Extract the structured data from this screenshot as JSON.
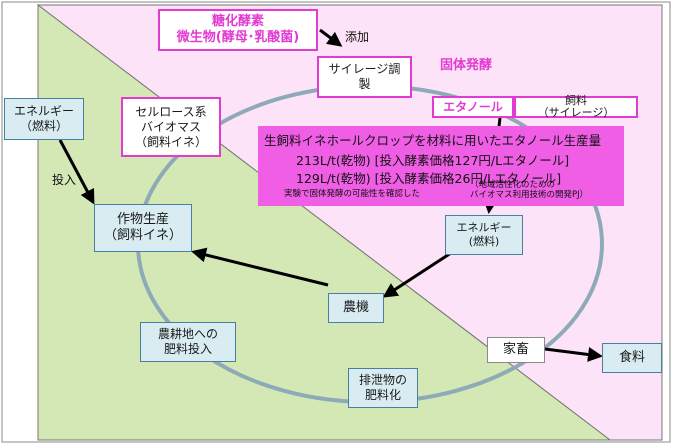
{
  "labels": {
    "enzyme": "糖化酵素\n微生物(酵母･乳酸菌)",
    "add": "添加",
    "silage_prep": "サイレージ調\n製",
    "solid_fermentation": "固体発酵",
    "cellulose": "セルロース系\nバイオマス\n（飼料イネ）",
    "ethanol": "エタノール",
    "feed_silage": "飼料\n（サイレージ）",
    "energy_fuel_left": "エネルギー\n（燃料）",
    "input": "投入",
    "crop_production": "作物生産\n（飼料イネ）",
    "energy_fuel_center": "エネルギー\n(燃料)",
    "agri_machine": "農機",
    "fertilizer_input": "農耕地への\n肥料投入",
    "livestock": "家畜",
    "food": "食料",
    "manure": "排泄物の\n肥料化"
  },
  "result_box": {
    "line1": "生飼料イネホールクロップを材料に用いたエタノール生産量",
    "line2": "213L/t(乾物) [投入酵素価格127円/Lエタノール]",
    "line3": "129L/t(乾物) [投入酵素価格26円/Lエタノール]",
    "note": "実験で固体発酵の可能性を確認した",
    "project": "（地域活性化のための\nバイオマス利用技術の開発PJ）"
  },
  "colors": {
    "pink_region": "#fde3f7",
    "green_region": "#d3e8b5",
    "magenta_accent": "#e23bd2",
    "highlight_fill": "#f05ee6",
    "box_blue_fill": "#d8ecf1",
    "box_blue_border": "#4a7fa0",
    "cycle_ring": "#8ea9b8",
    "arrow": "#000000"
  }
}
